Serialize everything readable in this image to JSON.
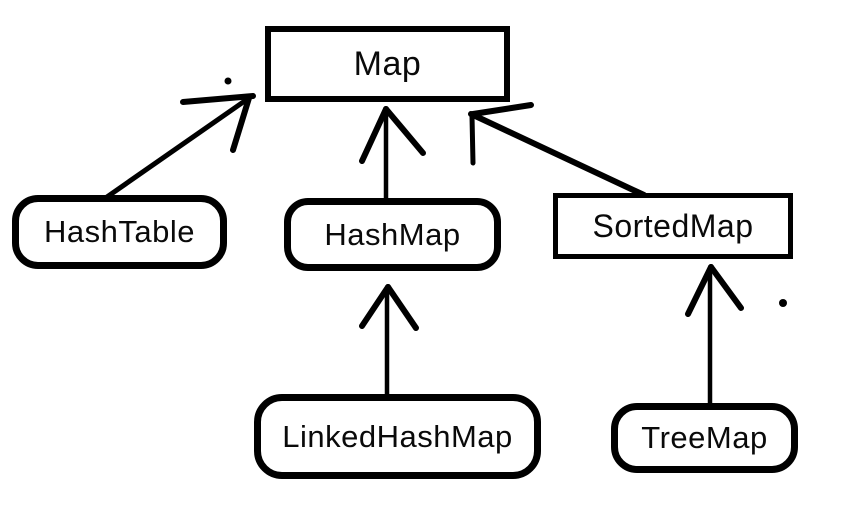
{
  "diagram": {
    "background_color": "#ffffff",
    "stroke_color": "#000000",
    "nodes": [
      {
        "id": "map",
        "label": "Map",
        "shape": "rectangle"
      },
      {
        "id": "hashtable",
        "label": "HashTable",
        "shape": "rounded-rectangle"
      },
      {
        "id": "hashmap",
        "label": "HashMap",
        "shape": "rounded-rectangle"
      },
      {
        "id": "sortedmap",
        "label": "SortedMap",
        "shape": "rectangle"
      },
      {
        "id": "linkedhashmap",
        "label": "LinkedHashMap",
        "shape": "rounded-rectangle"
      },
      {
        "id": "treemap",
        "label": "TreeMap",
        "shape": "rounded-rectangle"
      }
    ],
    "edges": [
      {
        "from": "HashTable",
        "to": "Map",
        "style": "hand-drawn arrow"
      },
      {
        "from": "HashMap",
        "to": "Map",
        "style": "hand-drawn arrow"
      },
      {
        "from": "SortedMap",
        "to": "Map",
        "style": "hand-drawn arrow"
      },
      {
        "from": "LinkedHashMap",
        "to": "HashMap",
        "style": "hand-drawn arrow"
      },
      {
        "from": "TreeMap",
        "to": "SortedMap",
        "style": "hand-drawn arrow"
      }
    ]
  }
}
